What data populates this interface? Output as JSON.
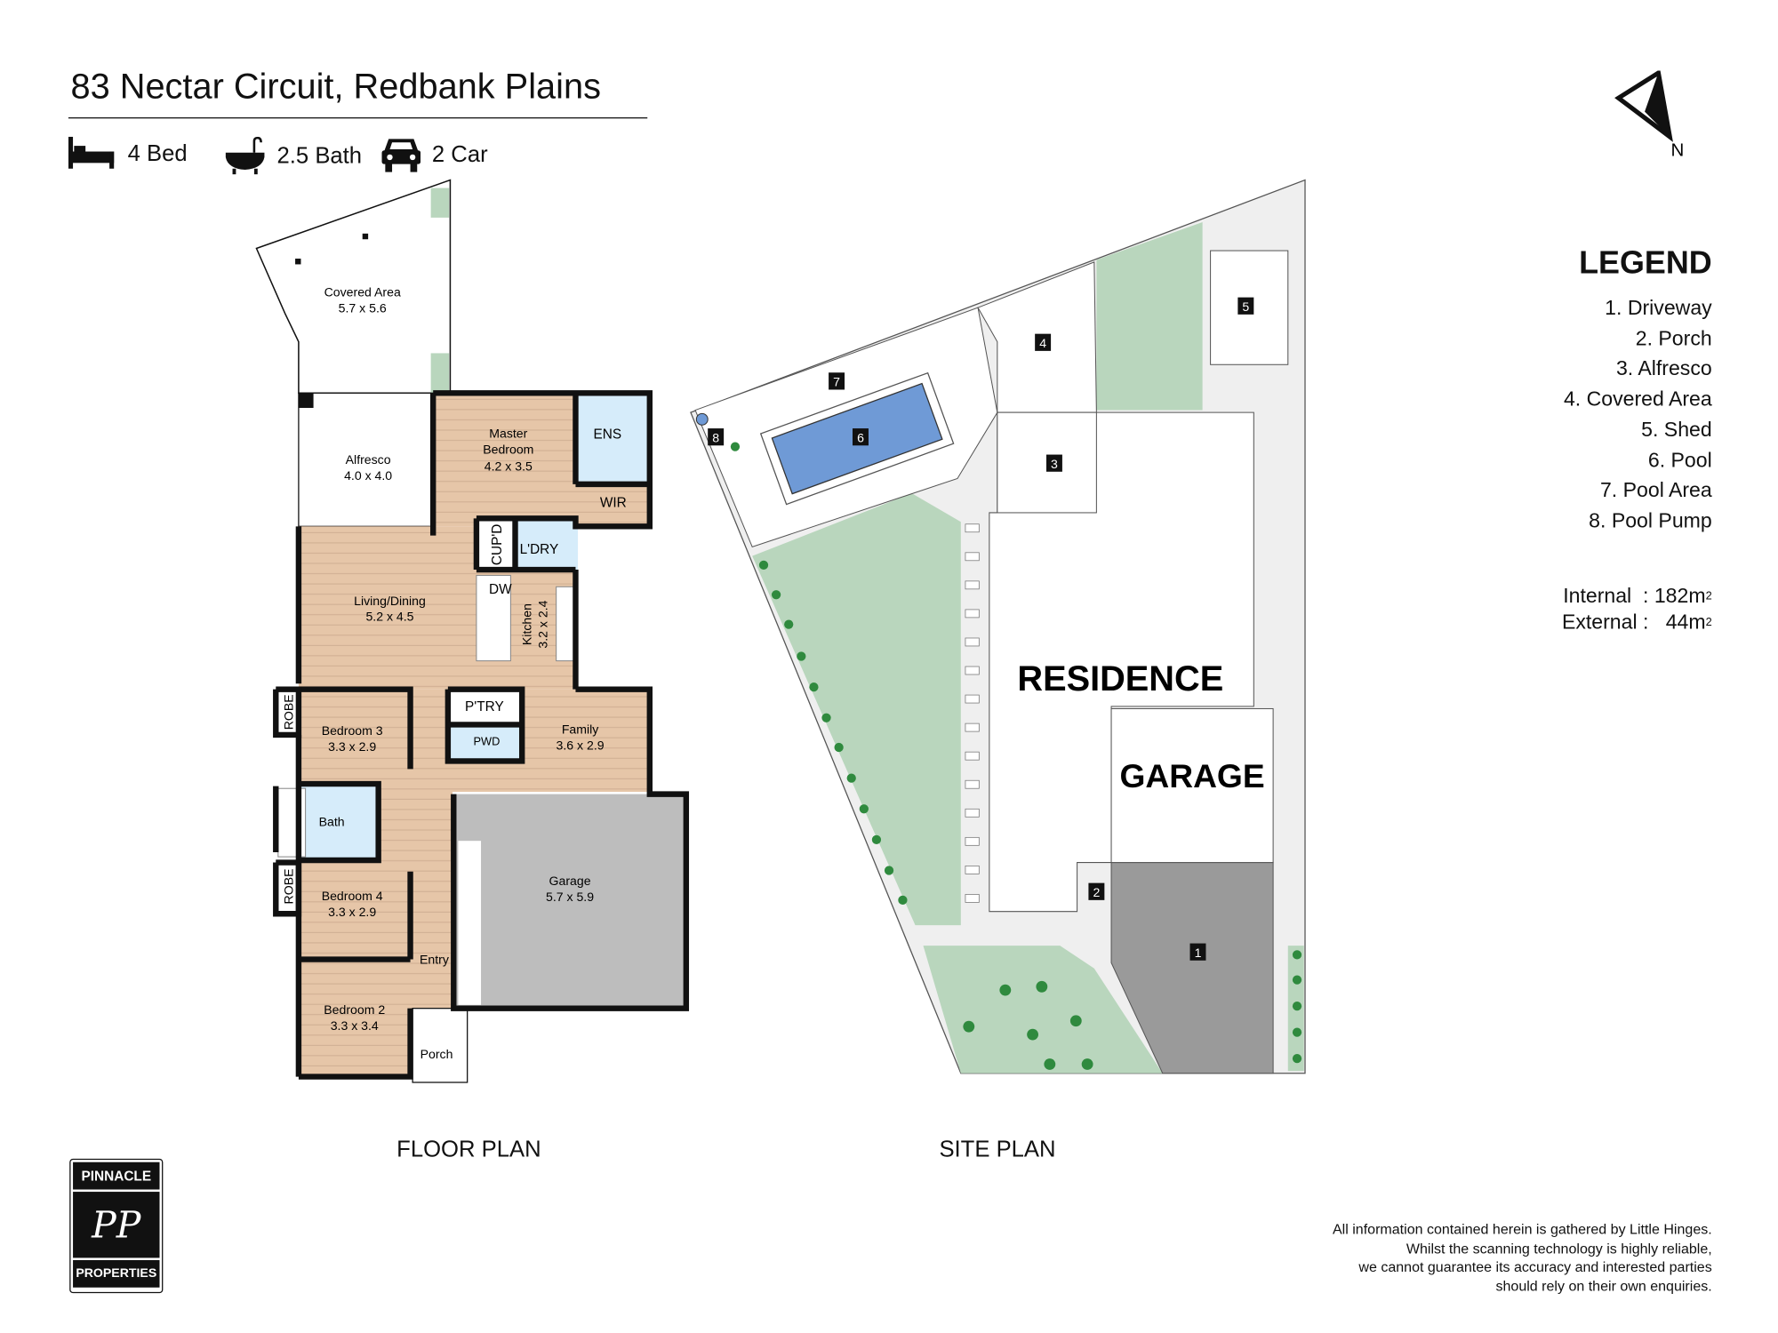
{
  "header": {
    "title": "83 Nectar Circuit, Redbank Plains",
    "features": [
      {
        "icon": "bed-icon",
        "label": "4 Bed"
      },
      {
        "icon": "bathtub-icon",
        "label": "2.5 Bath"
      },
      {
        "icon": "car-icon",
        "label": "2 Car"
      }
    ]
  },
  "compass": {
    "label": "N"
  },
  "legend": {
    "title": "LEGEND",
    "items": [
      "1. Driveway",
      "2. Porch",
      "3. Alfresco",
      "4. Covered Area",
      "5. Shed",
      "6. Pool",
      "7. Pool Area",
      "8. Pool Pump"
    ],
    "internal_label": "Internal",
    "internal_value": ": 182m",
    "external_label": "External :",
    "external_value": "44m",
    "unit_sup": "2"
  },
  "floor_plan": {
    "caption": "FLOOR PLAN",
    "rooms": {
      "covered_area": {
        "name": "Covered Area",
        "size": "5.7 x 5.6"
      },
      "alfresco": {
        "name": "Alfresco",
        "size": "4.0 x 4.0"
      },
      "master": {
        "name": "Master",
        "name2": "Bedroom",
        "size": "4.2 x 3.5"
      },
      "ens": {
        "name": "ENS"
      },
      "wir": {
        "name": "WIR"
      },
      "cupd": {
        "name": "CUP'D"
      },
      "ldry": {
        "name": "L'DRY"
      },
      "dw": {
        "name": "DW"
      },
      "living": {
        "name": "Living/Dining",
        "size": "5.2 x 4.5"
      },
      "kitchen": {
        "name": "Kitchen",
        "size": "3.2 x 2.4"
      },
      "robe1": {
        "name": "ROBE"
      },
      "robe2": {
        "name": "ROBE"
      },
      "bed3": {
        "name": "Bedroom 3",
        "size": "3.3 x 2.9"
      },
      "ptry": {
        "name": "P'TRY"
      },
      "pwd": {
        "name": "PWD"
      },
      "family": {
        "name": "Family",
        "size": "3.6 x 2.9"
      },
      "bath": {
        "name": "Bath"
      },
      "bed4": {
        "name": "Bedroom 4",
        "size": "3.3 x 2.9"
      },
      "garage": {
        "name": "Garage",
        "size": "5.7 x 5.9"
      },
      "entry": {
        "name": "Entry"
      },
      "bed2": {
        "name": "Bedroom 2",
        "size": "3.3 x 3.4"
      },
      "porch": {
        "name": "Porch"
      }
    }
  },
  "site_plan": {
    "caption": "SITE PLAN",
    "residence_label": "RESIDENCE",
    "garage_label": "GARAGE",
    "markers": [
      "1",
      "2",
      "3",
      "4",
      "5",
      "6",
      "7",
      "8"
    ]
  },
  "logo": {
    "top": "PINNACLE",
    "monogram": "PP",
    "bottom": "PROPERTIES"
  },
  "disclaimer": [
    "All information contained herein is gathered by Little Hinges.",
    "Whilst the scanning technology is highly reliable,",
    "we cannot guarantee its accuracy and interested parties",
    "should rely on their own enquiries."
  ],
  "colors": {
    "wood": "#e6c6a8",
    "wet": "#d6ecfa",
    "garage": "#bdbdbd",
    "lawn": "#b9d6bd",
    "pool": "#6f9ad6",
    "driveway": "#9a9a9a"
  }
}
